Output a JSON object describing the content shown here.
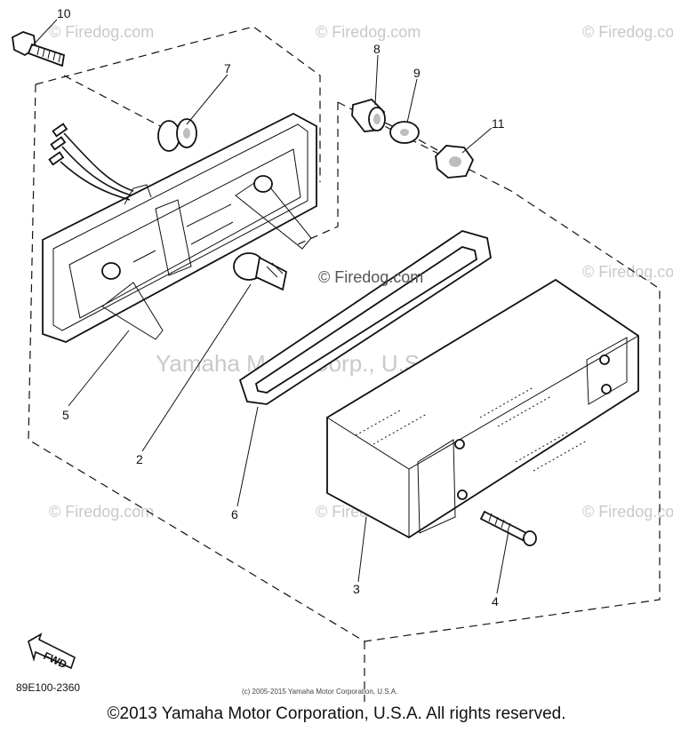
{
  "watermarks": {
    "small": "© Firedog.com",
    "center_site": "© Firedog.com",
    "center_corp": "Yamaha Motor Corp., U.S.A."
  },
  "callouts": [
    "10",
    "7",
    "8",
    "9",
    "11",
    "5",
    "2",
    "6",
    "3",
    "4"
  ],
  "diagram_code": "89E100-2360",
  "fwd_label": "FWD",
  "small_copyright": "(c) 2005-2015 Yamaha Motor Corporation, U.S.A.",
  "footer_copyright": "©2013 Yamaha Motor Corporation, U.S.A. All rights reserved.",
  "colors": {
    "line": "#111111",
    "watermark": "#c9c9c9",
    "background": "#ffffff"
  }
}
